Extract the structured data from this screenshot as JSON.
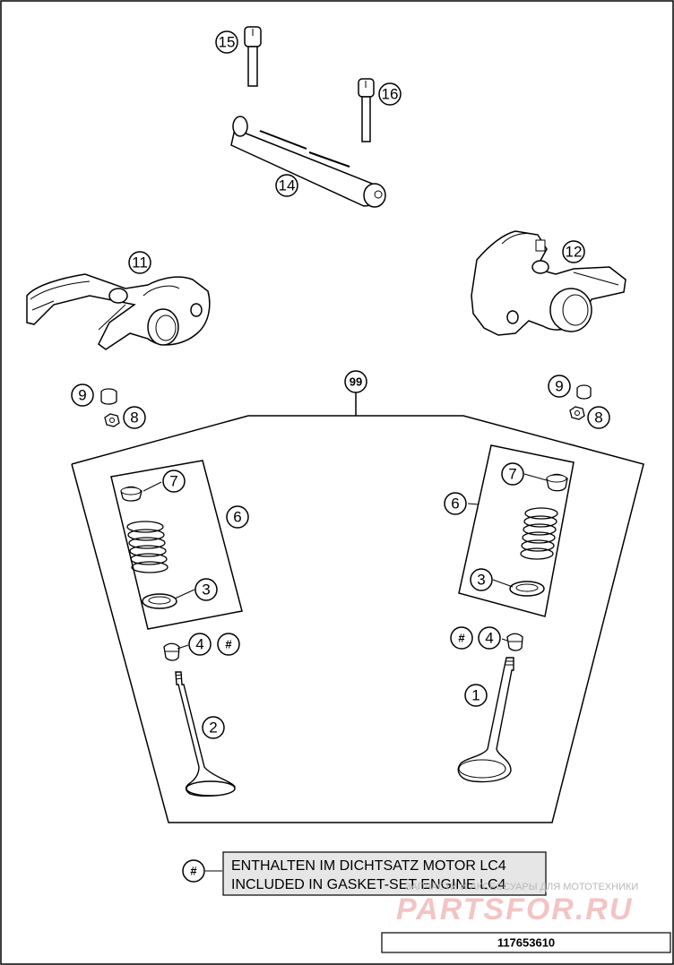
{
  "callouts": {
    "c15": "15",
    "c16": "16",
    "c14": "14",
    "c11": "11",
    "c12": "12",
    "c99": "99",
    "c9_left": "9",
    "c8_left": "8",
    "c9_right": "9",
    "c8_right": "8",
    "c7_left": "7",
    "c6_left": "6",
    "c3_left": "3",
    "c7_right": "7",
    "c6_right": "6",
    "c3_right": "3",
    "c4_left": "4",
    "hash_left": "#",
    "hash_right": "#",
    "c4_right": "4",
    "c2": "2",
    "c1": "1",
    "hash_note": "#"
  },
  "note": {
    "line1": "ENTHALTEN IM DICHTSATZ MOTOR LC4",
    "line2": "INCLUDED IN GASKET-SET ENGINE LC4"
  },
  "watermark": {
    "small": "ЗАПЧАСТИ И АКСЕССУАРЫ ДЛЯ МОТОТЕХНИКИ",
    "big": "PARTSFOR.RU"
  },
  "footer": {
    "id": "117653610"
  }
}
